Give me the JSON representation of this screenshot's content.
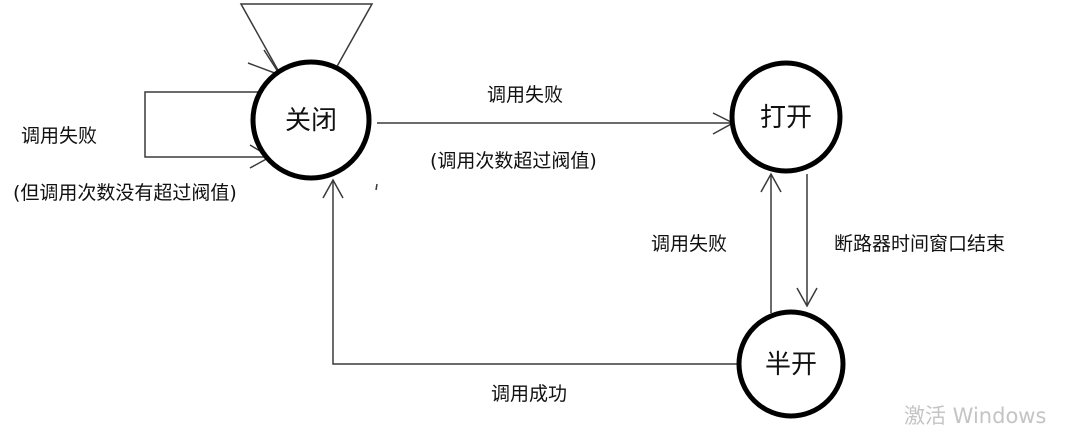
{
  "states": {
    "closed": "关闭",
    "open": "打开",
    "half_open": "半开"
  },
  "transitions": {
    "closed_self_loop": {
      "label": "调用失败",
      "condition": "(但调用次数没有超过阀值)"
    },
    "closed_to_open": {
      "label": "调用失败",
      "condition": "(调用次数超过阀值)"
    },
    "half_open_to_open": {
      "label": "调用失败"
    },
    "open_to_half_open": {
      "label": "断路器时间窗口结束"
    },
    "half_open_to_closed": {
      "label": "调用成功"
    }
  },
  "watermark": "激活 Windows",
  "colors": {
    "state_stroke": "#000000",
    "line": "#3a3a3a",
    "watermark": "#c4c4c4"
  }
}
